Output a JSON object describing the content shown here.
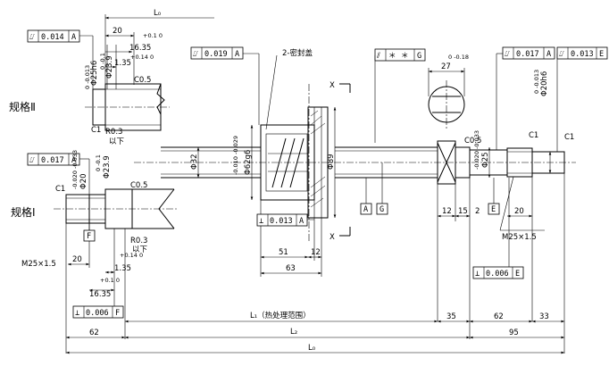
{
  "labels": {
    "spec2": "规格Ⅱ",
    "spec1": "规格Ⅰ",
    "seal": "2-密封盖",
    "section_x_top": "X",
    "section_x_bottom": "X"
  },
  "lengths": {
    "l_top": "L₀",
    "l_heat": "L₁（热处理范围）",
    "l_mid": "L₂",
    "l_total": "L₀"
  },
  "tolerance_frames": {
    "t1": {
      "sym": "⌰",
      "value": "0.014",
      "datum": "A"
    },
    "t2": {
      "sym": "⌰",
      "value": "0.017",
      "datum": "A"
    },
    "t3": {
      "sym": "⌰",
      "value": "0.019",
      "datum": "A"
    },
    "t4": {
      "sym": "⫽",
      "value": "＊",
      "sym2": "＊",
      "datum": "G"
    },
    "t5": {
      "sym": "⌰",
      "value": "0.017",
      "datum": "A"
    },
    "t6": {
      "sym": "⌰",
      "value": "0.013",
      "datum": "E"
    },
    "t7": {
      "sym": "⊥",
      "value": "0.013",
      "datum": "A"
    },
    "t8": {
      "sym": "⊥",
      "value": "0.006",
      "datum": "E"
    },
    "t9": {
      "sym": "⊥",
      "value": "0.006",
      "datum": "F"
    }
  },
  "datums": {
    "a": "A",
    "g": "G",
    "e": "E",
    "f": "F"
  },
  "dims": {
    "d20_top": "20",
    "d16_35_top": "16.35",
    "d16_35_top_tol": "+0.1\n0",
    "d1_35_top": "1.35",
    "d1_35_top_tol": "+0.14\n0",
    "phi23_9_top": "Φ23.9",
    "phi23_9_top_tol": "0\n-0.1",
    "phi25h6_top": "Φ25h6",
    "phi25h6_top_tol": "0\n-0.013",
    "c0_5_top": "C0.5",
    "c1_top": "C1",
    "r0_3_top": "R0.3",
    "below_top": "以下",
    "phi32": "Φ32",
    "phi62g6": "Φ62g6",
    "phi62g6_tol": "-0.010\n-0.029",
    "phi89": "Φ89",
    "d51": "51",
    "d12_nut": "12",
    "d63": "63",
    "d27": "27",
    "d27_tol": "0\n-0.18",
    "c0_5_right": "C0.5",
    "phi25_right": "Φ25",
    "phi25_right_tol": "-0.020\n-0.033",
    "c1_r1": "C1",
    "c1_r2": "C1",
    "phi20h6": "Φ20h6",
    "phi20h6_tol": "0\n-0.013",
    "d12_r": "12",
    "d15_r": "15",
    "d2_r": "2",
    "d20_r": "20",
    "m25_right": "M25×1.5",
    "d35": "35",
    "d62_r": "62",
    "d33": "33",
    "d95": "95",
    "d62_l": "62",
    "c1_bot": "C1",
    "phi20_bot": "Φ20",
    "phi20_bot_tol": "-0.020\n-0.033",
    "phi23_9_bot": "Φ23.9",
    "phi23_9_bot_tol": "0\n-0.1",
    "c0_5_bot": "C0.5",
    "r0_3_bot": "R0.3",
    "below_bot": "以下",
    "m25_left": "M25×1.5",
    "d20_bot": "20",
    "d1_35_bot": "1.35",
    "d1_35_bot_tol": "+0.14\n0",
    "d16_35_bot": "16.35",
    "d16_35_bot_tol": "+0.1\n0"
  }
}
